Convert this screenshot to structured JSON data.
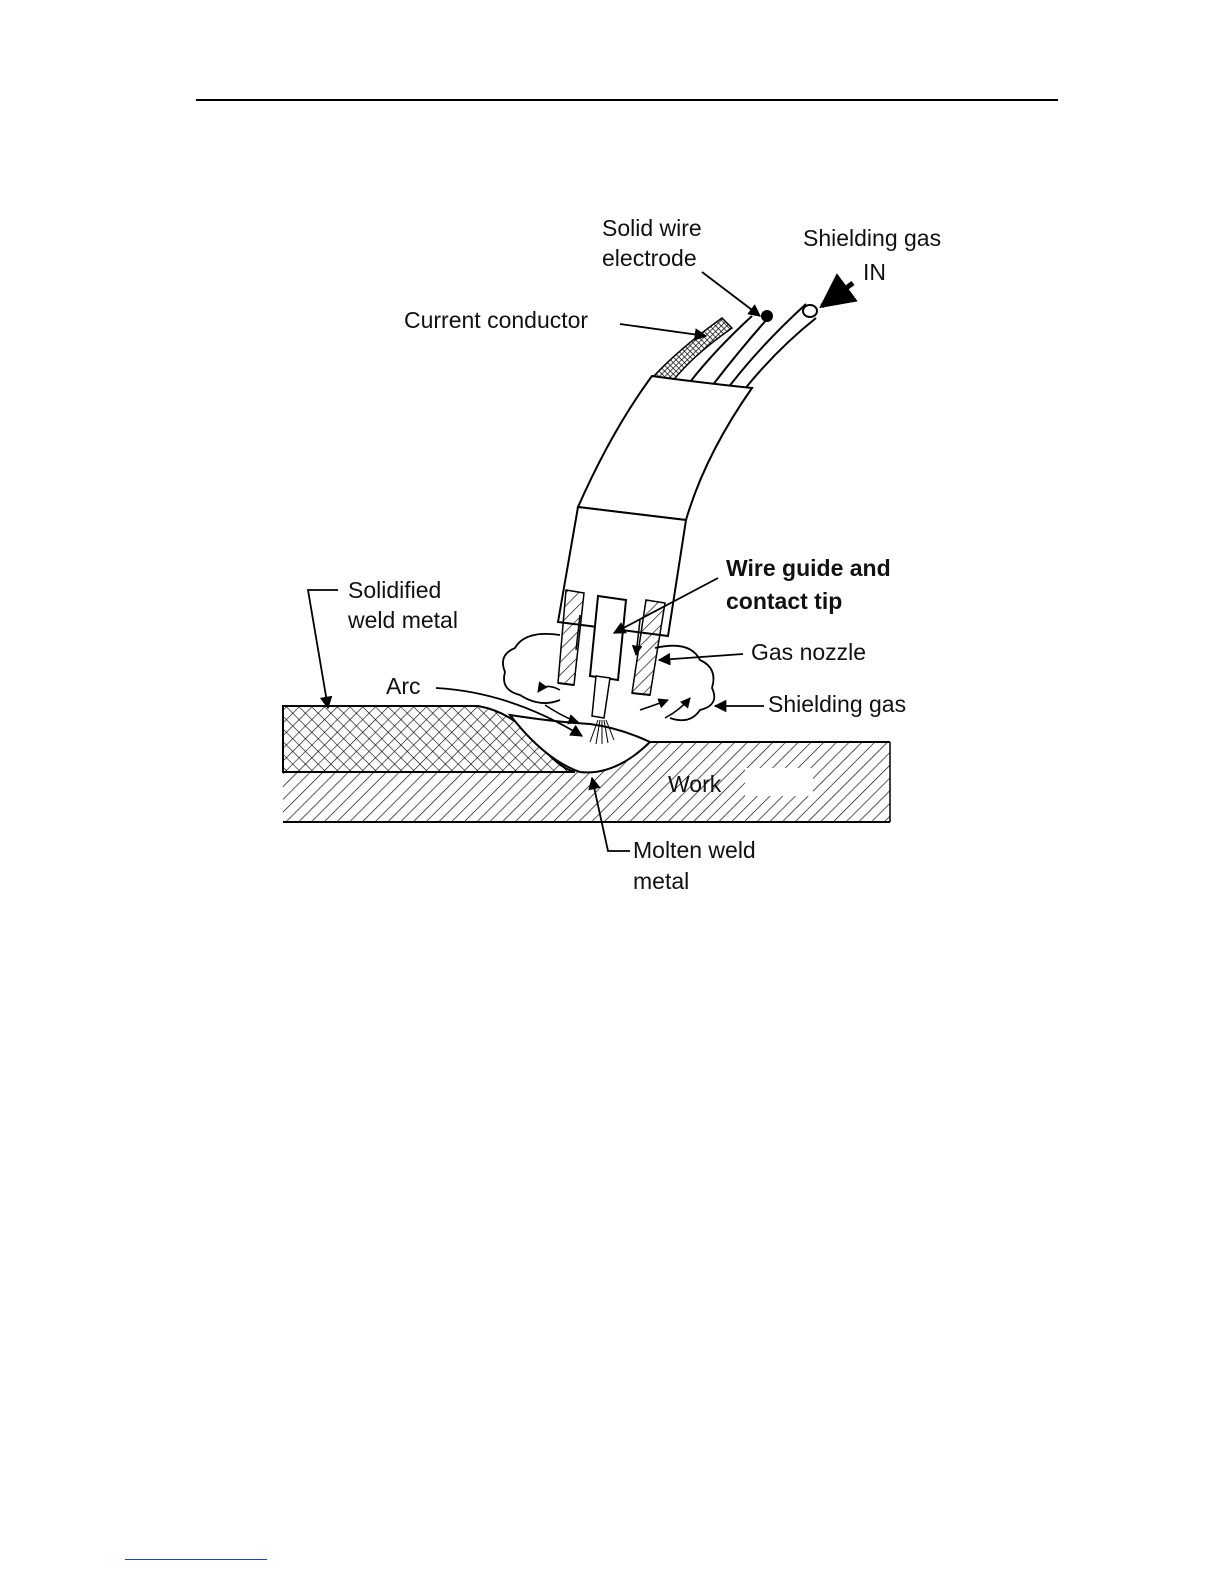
{
  "diagram": {
    "labels": {
      "solid_wire_line1": "Solid wire",
      "solid_wire_line2": "electrode",
      "shielding_gas_in_line1": "Shielding gas",
      "shielding_gas_in_line2": "IN",
      "current_conductor": "Current conductor",
      "wire_guide_line1": "Wire guide and",
      "wire_guide_line2": "contact tip",
      "solidified_line1": "Solidified",
      "solidified_line2": "weld metal",
      "gas_nozzle": "Gas nozzle",
      "arc": "Arc",
      "shielding_gas": "Shielding gas",
      "work": "Work",
      "molten_line1": "Molten weld",
      "molten_line2": "metal"
    }
  }
}
